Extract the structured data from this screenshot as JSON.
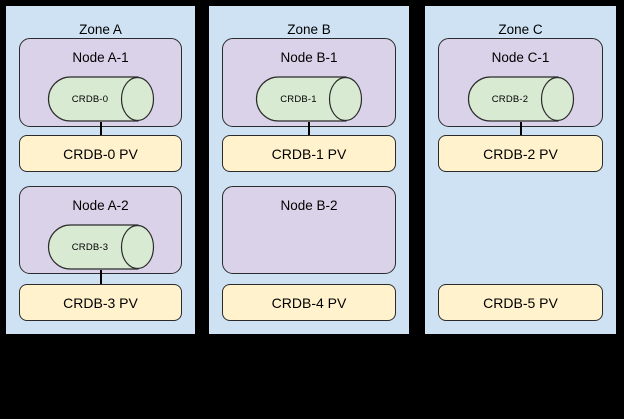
{
  "colors": {
    "background": "#000000",
    "zone_fill": "#cfe2f3",
    "node_fill": "#d9d2e9",
    "pod_fill": "#d9ead3",
    "pv_fill": "#fff2cc",
    "border": "#000000"
  },
  "zones": [
    {
      "name": "Zone A",
      "nodes": [
        {
          "label": "Node A-1",
          "pod": "CRDB-0"
        },
        {
          "label": "Node A-2",
          "pod": "CRDB-3"
        }
      ],
      "pvs": [
        "CRDB-0 PV",
        "CRDB-3 PV"
      ]
    },
    {
      "name": "Zone B",
      "nodes": [
        {
          "label": "Node B-1",
          "pod": "CRDB-1"
        },
        {
          "label": "Node B-2"
        }
      ],
      "pvs": [
        "CRDB-1 PV",
        "CRDB-4 PV"
      ]
    },
    {
      "name": "Zone C",
      "nodes": [
        {
          "label": "Node C-1",
          "pod": "CRDB-2"
        }
      ],
      "pvs": [
        "CRDB-2 PV",
        "CRDB-5 PV"
      ]
    }
  ]
}
